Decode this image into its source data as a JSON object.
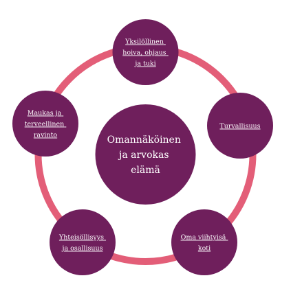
{
  "colors": {
    "node_fill": "#6f1f5c",
    "ring_stroke": "#e35e78",
    "text": "#ffffff",
    "background": "#ffffff"
  },
  "center": {
    "lines": [
      "Omannäköinen",
      "ja arvokas",
      "elämä"
    ]
  },
  "nodes": [
    {
      "id": "individual-care",
      "lines": [
        "Yksilöllinen",
        "hoiva, ohjaus",
        "ja tuki"
      ]
    },
    {
      "id": "safety",
      "lines": [
        "Turvallisuus"
      ]
    },
    {
      "id": "home",
      "lines": [
        "Oma viihtyisä",
        "koti"
      ]
    },
    {
      "id": "community",
      "lines": [
        "Yhteisöllisyys",
        "ja osallisuus"
      ]
    },
    {
      "id": "nutrition",
      "lines": [
        "Maukas ja",
        "terveellinen",
        "ravinto"
      ]
    }
  ]
}
